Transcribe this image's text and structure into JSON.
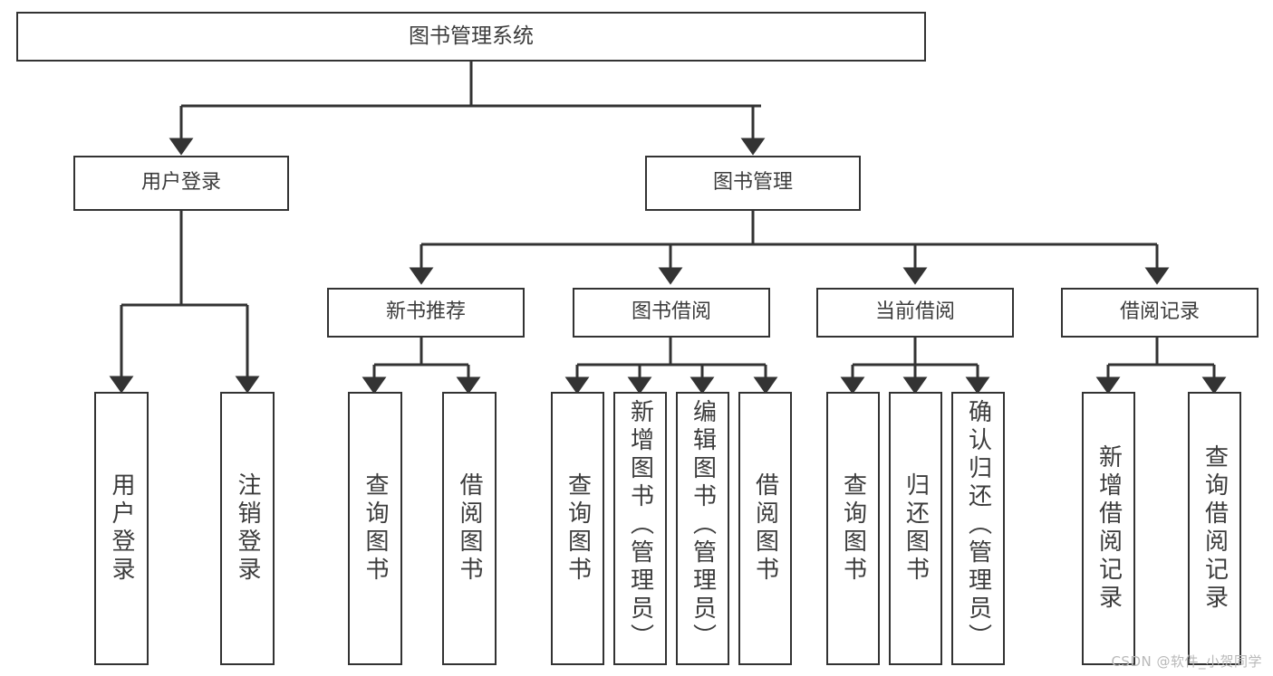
{
  "diagram": {
    "title": "图书管理系统",
    "type": "tree-hierarchy-diagram",
    "colors": {
      "box_border": "#333333",
      "box_fill": "#ffffff",
      "edge": "#333333",
      "text": "#3c3c3c",
      "watermark": "#b9b9b9",
      "background": "#ffffff"
    },
    "root": {
      "id": "root",
      "label": "图书管理系统"
    },
    "level1": [
      {
        "id": "user-login",
        "label": "用户登录"
      },
      {
        "id": "book-manage",
        "label": "图书管理"
      }
    ],
    "level2": [
      {
        "id": "new-book-recommend",
        "label": "新书推荐",
        "parent": "book-manage"
      },
      {
        "id": "book-borrow",
        "label": "图书借阅",
        "parent": "book-manage"
      },
      {
        "id": "current-borrow",
        "label": "当前借阅",
        "parent": "book-manage"
      },
      {
        "id": "borrow-record",
        "label": "借阅记录",
        "parent": "book-manage"
      }
    ],
    "leaves": {
      "user_login": [
        {
          "id": "leaf-user-login",
          "label": "用户登录"
        },
        {
          "id": "leaf-user-logout",
          "label": "注销登录"
        }
      ],
      "new_book_recommend": [
        {
          "id": "leaf-query-book-1",
          "label": "查询图书"
        },
        {
          "id": "leaf-borrow-book-1",
          "label": "借阅图书"
        }
      ],
      "book_borrow": [
        {
          "id": "leaf-query-book-2",
          "label": "查询图书"
        },
        {
          "id": "leaf-add-book",
          "label": "新增图书（管理员）"
        },
        {
          "id": "leaf-edit-book",
          "label": "编辑图书（管理员）"
        },
        {
          "id": "leaf-borrow-book-2",
          "label": "借阅图书"
        }
      ],
      "current_borrow": [
        {
          "id": "leaf-query-book-3",
          "label": "查询图书"
        },
        {
          "id": "leaf-return-book",
          "label": "归还图书"
        },
        {
          "id": "leaf-confirm-return",
          "label": "确认归还（管理员）"
        }
      ],
      "borrow_record": [
        {
          "id": "leaf-add-record",
          "label": "新增借阅记录"
        },
        {
          "id": "leaf-query-record",
          "label": "查询借阅记录"
        }
      ]
    }
  },
  "watermark": {
    "text": "CSDN @软件_小贺同学"
  }
}
